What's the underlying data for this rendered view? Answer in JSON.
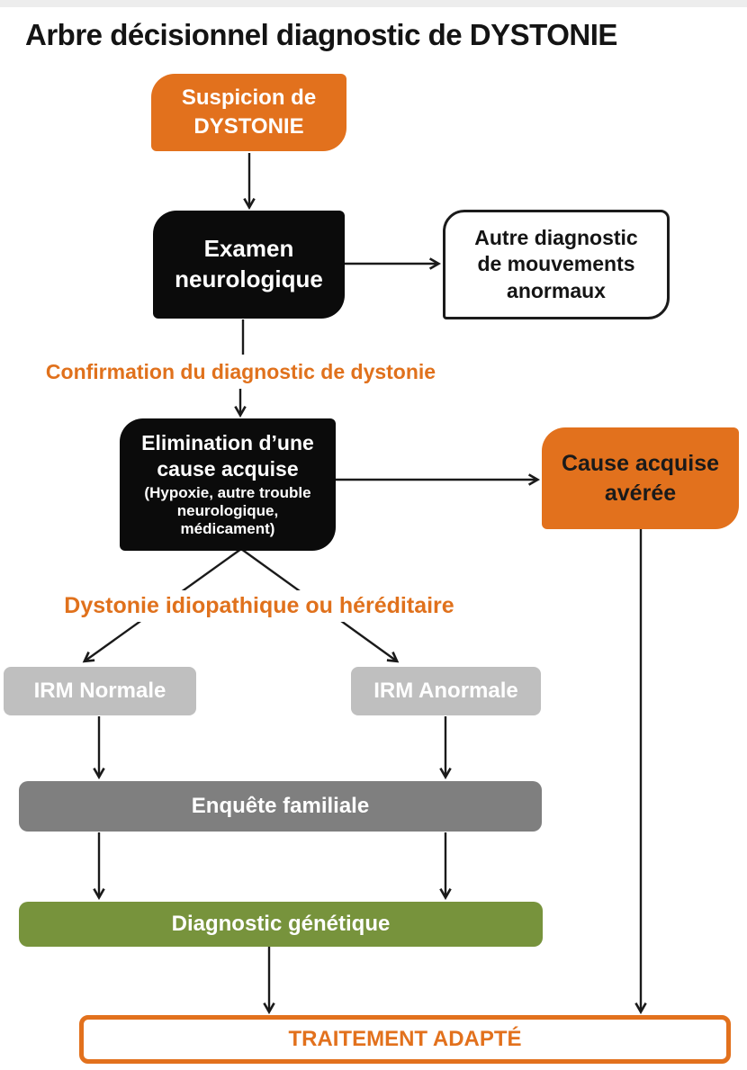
{
  "title": "Arbre décisionnel diagnostic de DYSTONIE",
  "nodes": {
    "suspicion": {
      "text": "Suspicion de\nDYSTONIE"
    },
    "examen": {
      "text": "Examen\nneurologique"
    },
    "autre": {
      "text": "Autre diagnostic\nde mouvements\nanormaux"
    },
    "elimination": {
      "text": "Elimination d’une\ncause acquise",
      "subtext": "(Hypoxie, autre trouble\nneurologique,\nmédicament)"
    },
    "cause_acquise": {
      "text": "Cause acquise\navérée"
    },
    "irm_normale": {
      "text": "IRM Normale"
    },
    "irm_anormale": {
      "text": "IRM Anormale"
    },
    "enquete": {
      "text": "Enquête familiale"
    },
    "genetique": {
      "text": "Diagnostic génétique"
    },
    "traitement": {
      "text": "TRAITEMENT ADAPTÉ"
    }
  },
  "flow_labels": {
    "confirmation": {
      "text": "Confirmation du diagnostic de dystonie"
    },
    "dystonie": {
      "text": "Dystonie idiopathique ou héréditaire"
    }
  },
  "colors": {
    "orange": "#E2711D",
    "orange_text": "#E0711C",
    "black_box": "#0B0B0B",
    "light_gray": "#BFBFBF",
    "dark_gray": "#7F7F7F",
    "green": "#77933C",
    "arrow": "#1A1A1A"
  }
}
